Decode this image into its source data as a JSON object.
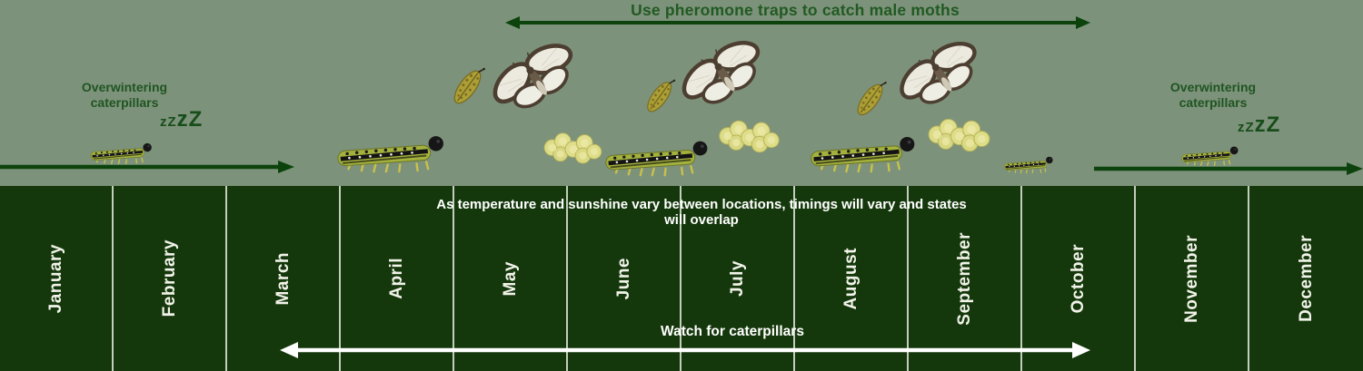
{
  "header": {
    "pheromone_note": "Use pheromone traps to catch male moths"
  },
  "overwintering_left": {
    "label": "Overwintering caterpillars",
    "sleep_small": "zZ",
    "sleep_large": "zZ"
  },
  "overwintering_right": {
    "label": "Overwintering caterpillars",
    "sleep_small": "zZ",
    "sleep_large": "zZ"
  },
  "band": {
    "months": [
      "January",
      "February",
      "March",
      "April",
      "May",
      "June",
      "July",
      "August",
      "September",
      "October",
      "November",
      "December"
    ],
    "variability_note": "As temperature and sunshine vary between locations, timings will vary and states will overlap",
    "watch_note": "Watch for caterpillars"
  },
  "icons": {
    "caterpillar": "caterpillar-image",
    "moth": "moth-image",
    "pupa": "pupa-image",
    "eggs": "egg-cluster-image"
  },
  "colors": {
    "background_top": "#7d927a",
    "background_band": "#14380b",
    "accent_green_text": "#215a23",
    "arrow_green": "#0c430c",
    "text_light": "#f2f3ea",
    "divider": "#e9eee2",
    "arrow_white": "#ffffff"
  }
}
